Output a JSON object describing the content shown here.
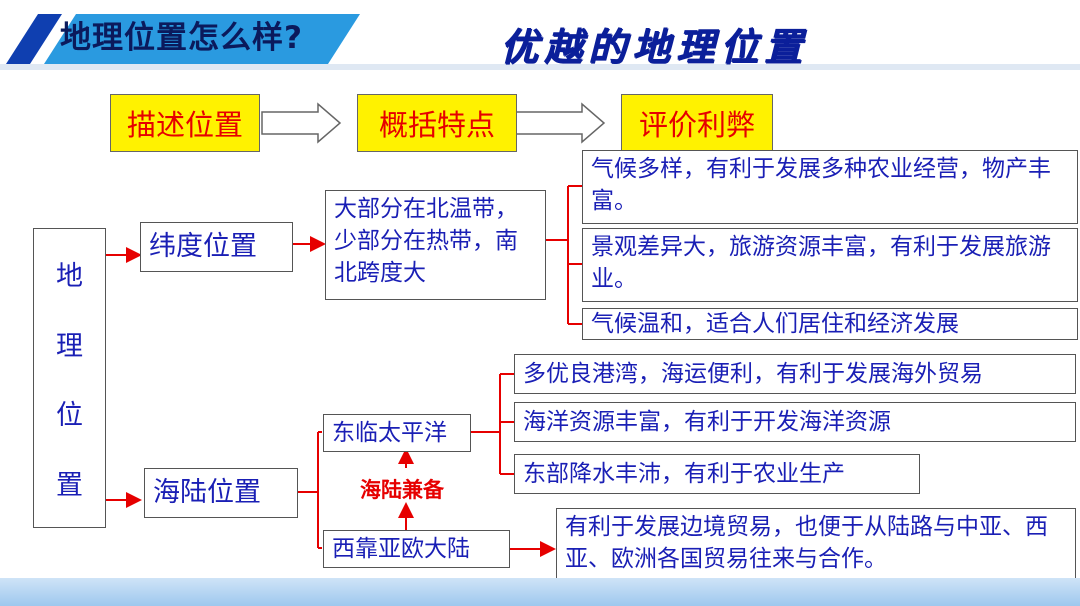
{
  "header": {
    "question": "地理位置怎么样?",
    "headline": "优越的地理位置"
  },
  "steps": [
    "描述位置",
    "概括特点",
    "评价利弊"
  ],
  "root": {
    "chars": [
      "地",
      "理",
      "位",
      "置"
    ]
  },
  "latitude": {
    "label": "纬度位置",
    "feature": "大部分在北温带，少部分在热带，南北跨度大",
    "effects": [
      "气候多样，有利于发展多种农业经营，物产丰富。",
      "景观差异大，旅游资源丰富，有利于发展旅游业。",
      "气候温和，适合人们居住和经济发展"
    ]
  },
  "land_sea": {
    "label": "海陆位置",
    "east": "东临太平洋",
    "west": "西靠亚欧大陆",
    "combined": "海陆兼备",
    "east_effects": [
      "多优良港湾，海运便利，有利于发展海外贸易",
      "海洋资源丰富，有利于开发海洋资源",
      "东部降水丰沛，有利于农业生产"
    ],
    "west_effect": "有利于发展边境贸易，也便于从陆路与中亚、西亚、欧洲各国贸易往来与合作。"
  },
  "colors": {
    "red": "#e60000",
    "blue_text": "#1a1fb5",
    "yellow": "#fff200",
    "banner": "#0f3fb0"
  }
}
